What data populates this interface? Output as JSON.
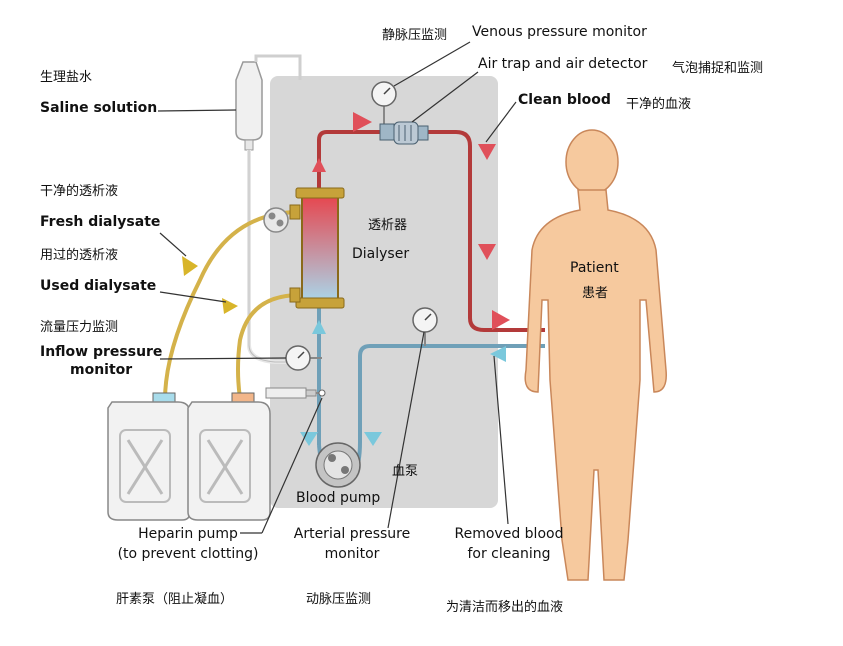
{
  "labels": {
    "saline_zh": "生理盐水",
    "saline_en": "Saline solution",
    "clean_dialysate_zh": "干净的透析液",
    "fresh_dialysate_en": "Fresh dialysate",
    "used_dialysate_zh": "用过的透析液",
    "used_dialysate_en": "Used dialysate",
    "flow_pressure_zh": "流量压力监测",
    "inflow_pressure_en_1": "Inflow pressure",
    "inflow_pressure_en_2": "monitor",
    "venous_zh": "静脉压监测",
    "venous_en": "Venous pressure monitor",
    "air_trap_en": "Air trap and air detector",
    "air_trap_zh": "气泡捕捉和监测",
    "clean_blood_en": "Clean blood",
    "clean_blood_zh": "干净的血液",
    "dialyser_zh": "透析器",
    "dialyser_en": "Dialyser",
    "patient_en": "Patient",
    "patient_zh": "患者",
    "blood_pump_zh": "血泵",
    "blood_pump_en": "Blood pump",
    "heparin_en_1": "Heparin pump",
    "heparin_en_2": "(to prevent clotting)",
    "heparin_zh": "肝素泵（阻止凝血）",
    "arterial_en_1": "Arterial pressure",
    "arterial_en_2": "monitor",
    "arterial_zh": "动脉压监测",
    "removed_en_1": "Removed blood",
    "removed_en_2": "for cleaning",
    "removed_zh": "为清洁而移出的血液"
  },
  "icons": [
    "saline-bag-icon",
    "dialyser-icon",
    "pressure-gauge-icon",
    "air-trap-icon",
    "blood-pump-icon",
    "heparin-syringe-icon",
    "dialysate-canister-icon",
    "patient-silhouette-icon",
    "flow-arrow-icon"
  ],
  "colors": {
    "clean_blood_line": "#b33a3a",
    "removed_blood_line": "#6fa0b8",
    "dialysate_tube": "#d4b24a",
    "machine_panel": "#d6d6d6",
    "patient_skin": "#f6c99e",
    "arrow_red": "#e0505a",
    "arrow_blue": "#7ac8dc",
    "arrow_yellow": "#d8b52a"
  }
}
